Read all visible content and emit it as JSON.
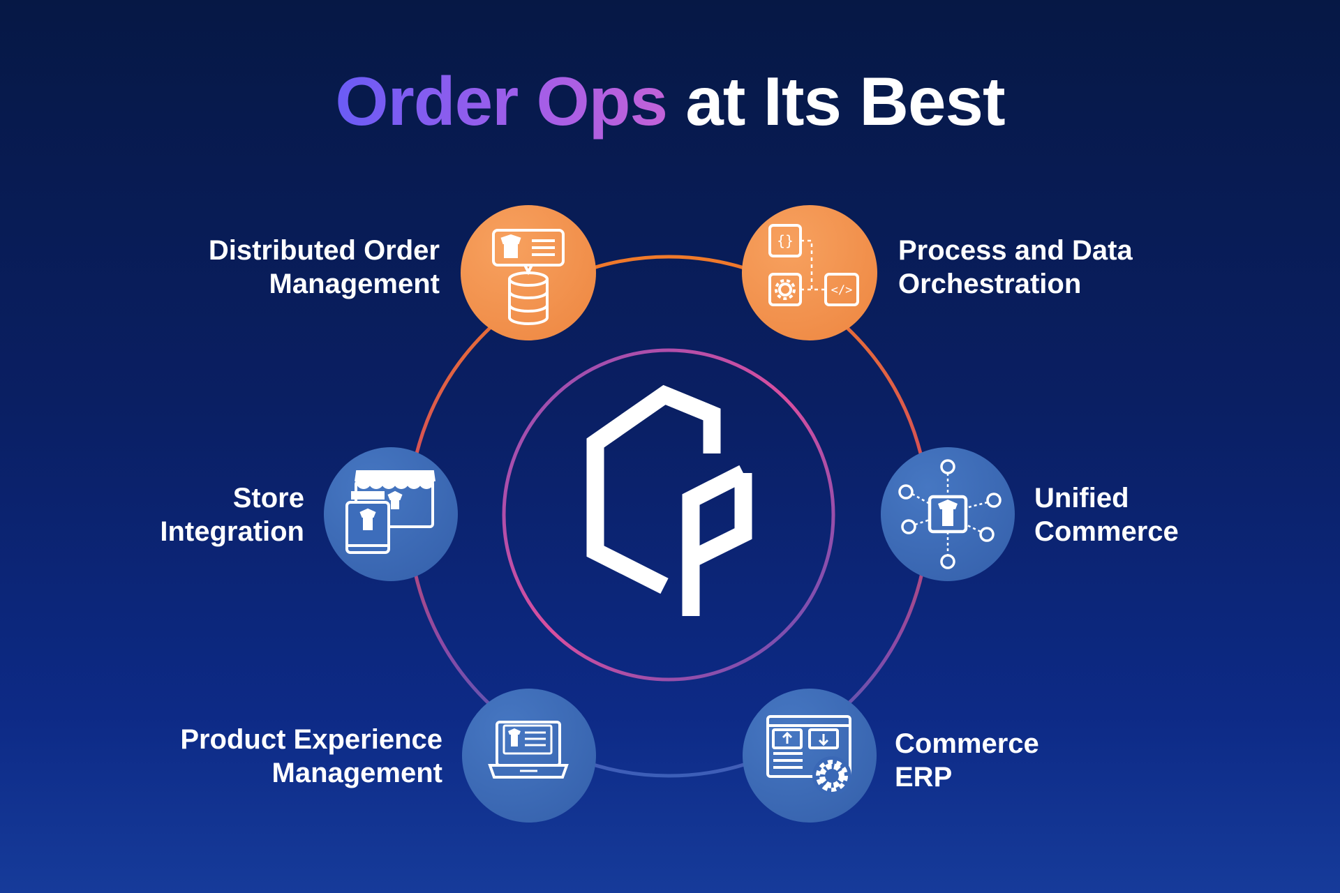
{
  "title": {
    "accent": "Order Ops",
    "rest": "at Its Best"
  },
  "colors": {
    "orange_node": "#f39650",
    "blue_node": "#3d6dbb",
    "accent_purple": "#9b5de5",
    "ring_outer_top": "#f07a2a",
    "ring_inner": "#d44fa0"
  },
  "center_logo": {
    "icon": "order-ops-logo-icon"
  },
  "nodes": [
    {
      "id": "distributed-order-management",
      "lines": [
        "Distributed Order",
        "Management"
      ],
      "icon": "order-database-icon",
      "style": "orange"
    },
    {
      "id": "process-and-data-orchestration",
      "lines": [
        "Process and Data",
        "Orchestration"
      ],
      "icon": "workflow-code-icon",
      "style": "orange"
    },
    {
      "id": "store-integration",
      "lines": [
        "Store",
        "Integration"
      ],
      "icon": "storefront-devices-icon",
      "style": "blue"
    },
    {
      "id": "unified-commerce",
      "lines": [
        "Unified",
        "Commerce"
      ],
      "icon": "network-hub-icon",
      "style": "blue"
    },
    {
      "id": "product-experience-management",
      "lines": [
        "Product Experience",
        "Management"
      ],
      "icon": "laptop-product-icon",
      "style": "blue"
    },
    {
      "id": "commerce-erp",
      "lines": [
        "Commerce",
        "ERP"
      ],
      "icon": "erp-gear-icon",
      "style": "blue"
    }
  ]
}
